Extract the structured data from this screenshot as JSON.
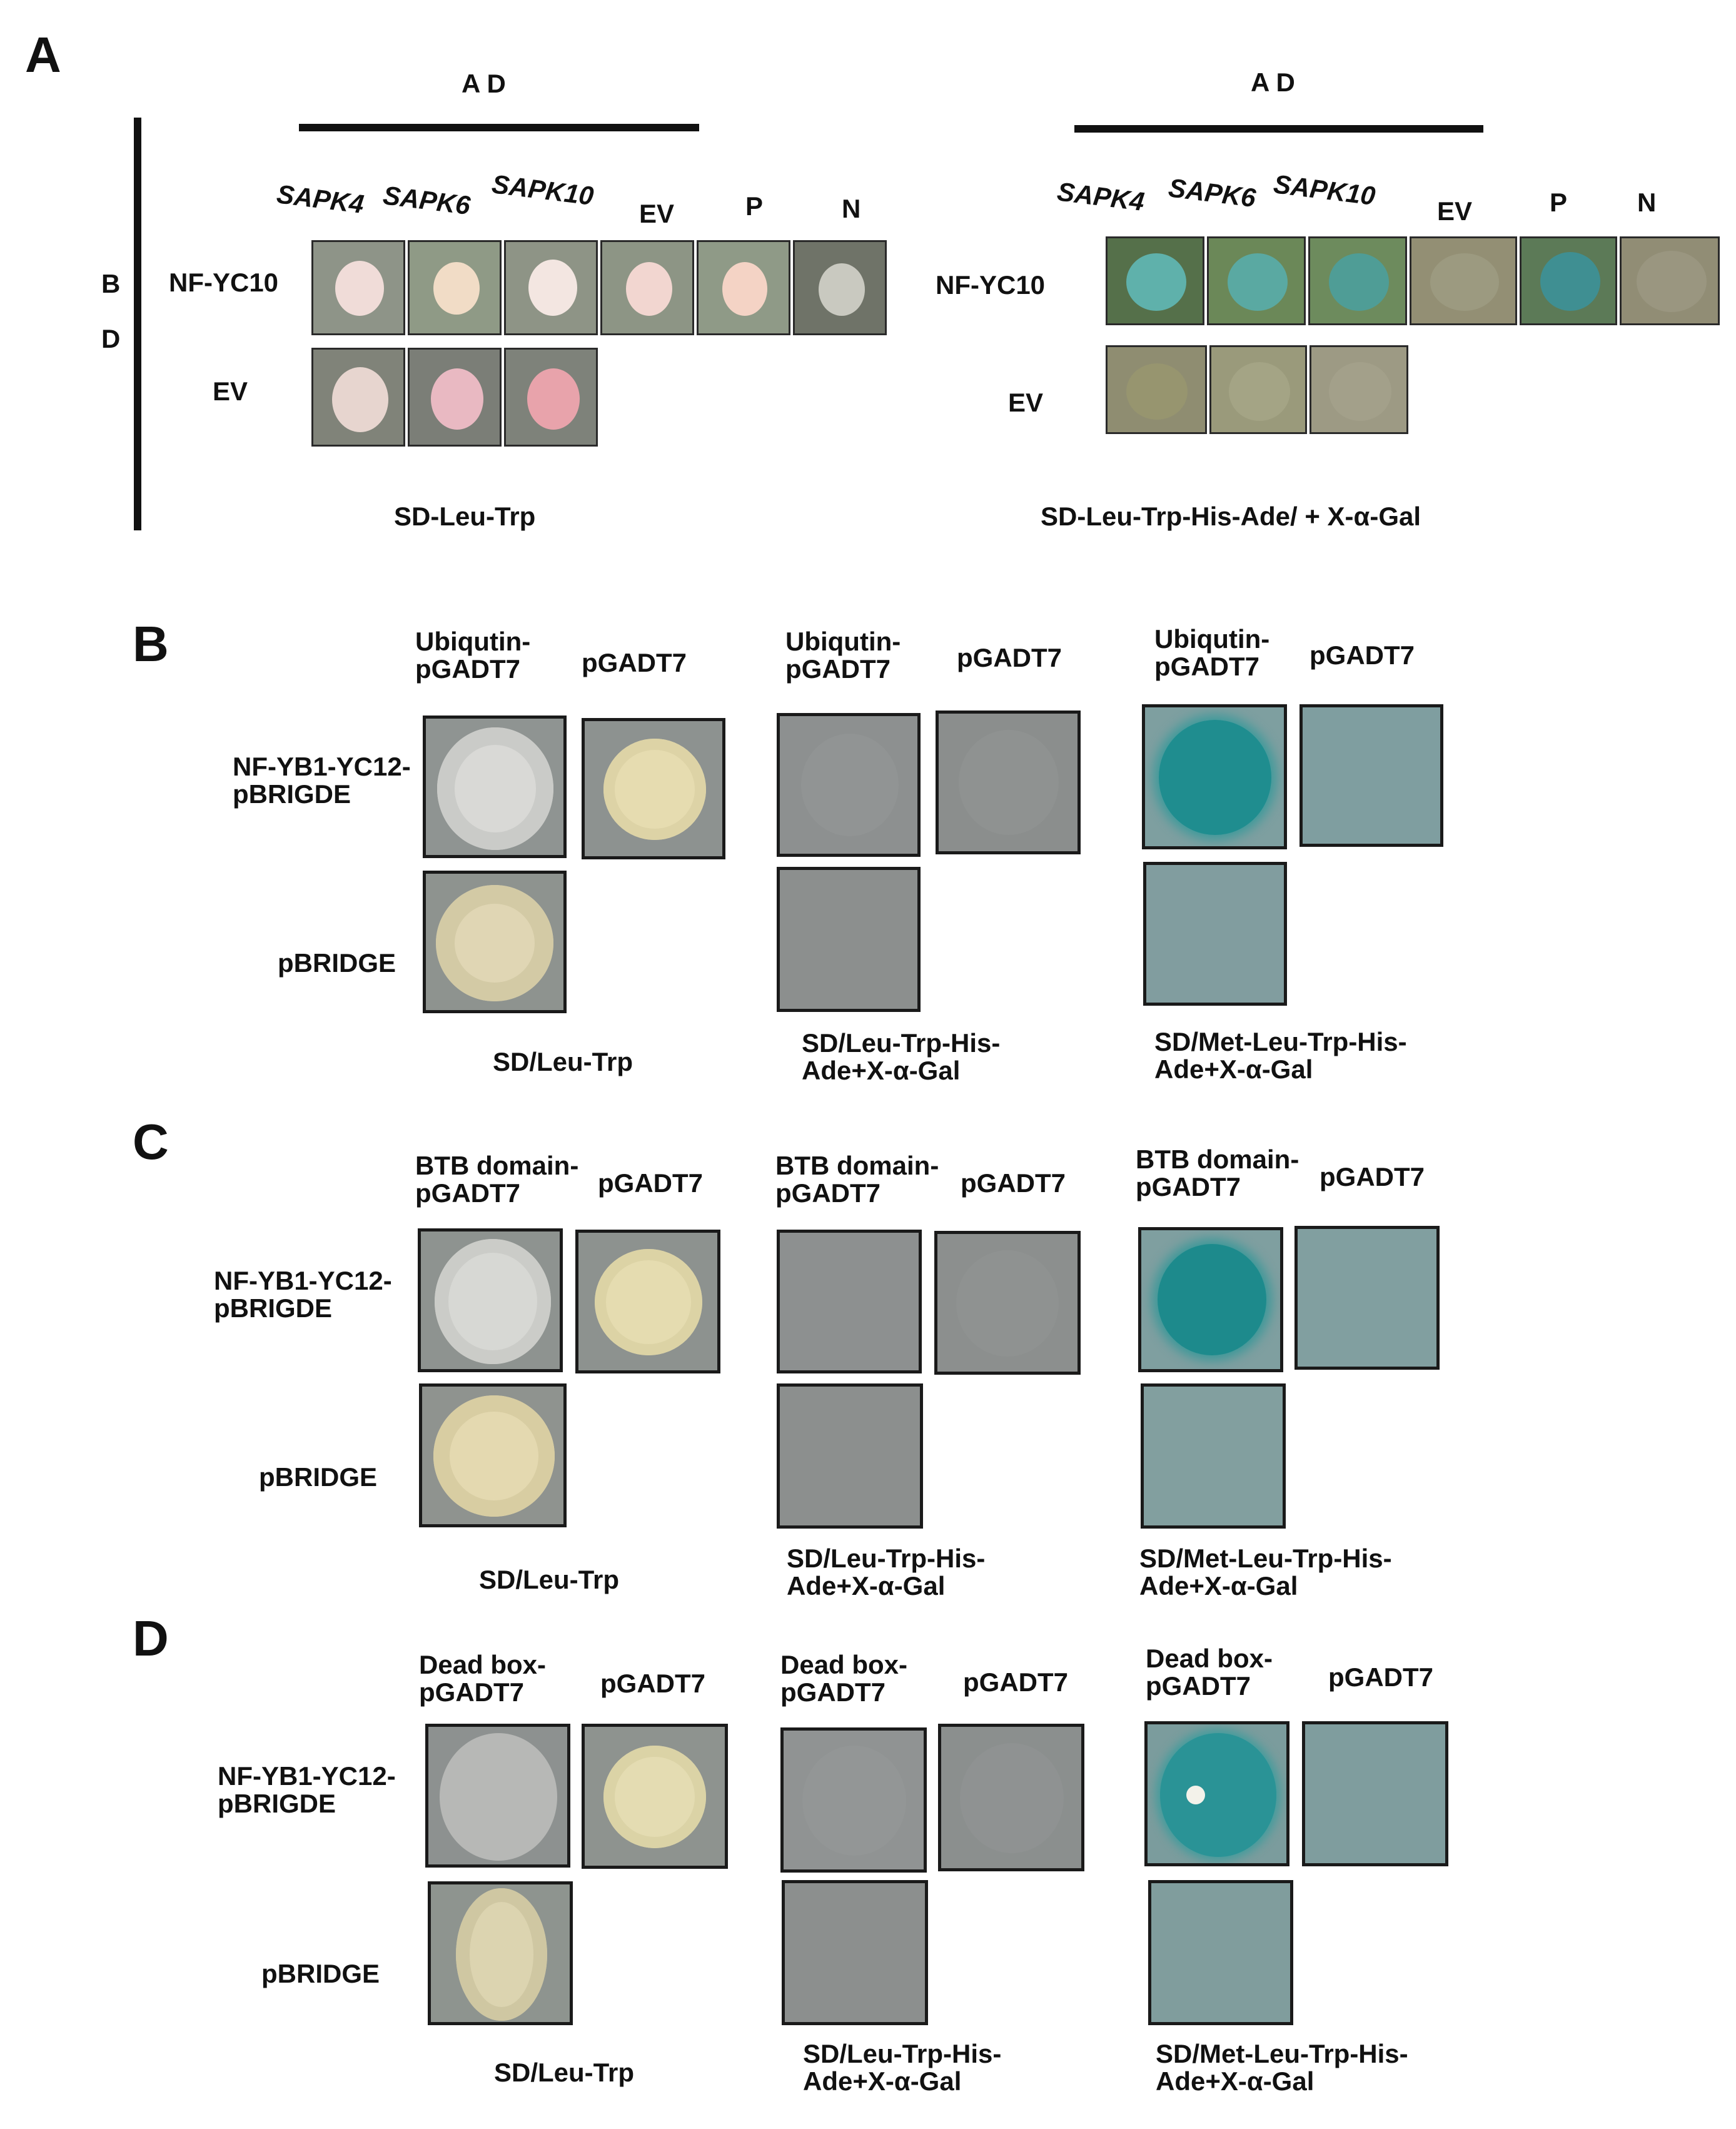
{
  "panelA": {
    "letter": "A",
    "ad_label_left": "A D",
    "ad_label_right": "A D",
    "bd_b": "B",
    "bd_d": "D",
    "columns": [
      "SAPK4",
      "SAPK6",
      "SAPK10",
      "EV",
      "P",
      "N"
    ],
    "rows": [
      "NF-YC10",
      "EV"
    ],
    "media_left": "SD-Leu-Trp",
    "media_right": "SD-Leu-Trp-His-Ade/ + X-α-Gal"
  },
  "panelB": {
    "letter": "B",
    "col1_line1": "Ubiqutin-",
    "col1_line2": "pGADT7",
    "col2": "pGADT7",
    "row1_line1": "NF-YB1-YC12-",
    "row1_line2": "pBRIGDE",
    "row2": "pBRIDGE",
    "media1": "SD/Leu-Trp",
    "media2_line1": "SD/Leu-Trp-His-",
    "media2_line2": "Ade+X-α-Gal",
    "media3_line1": "SD/Met-Leu-Trp-His-",
    "media3_line2": "Ade+X-α-Gal"
  },
  "panelC": {
    "letter": "C",
    "col1_line1": "BTB domain-",
    "col1_line2": "pGADT7",
    "col2": "pGADT7",
    "row1_line1": "NF-YB1-YC12-",
    "row1_line2": "pBRIGDE",
    "row2": "pBRIDGE",
    "media1": "SD/Leu-Trp",
    "media2_line1": "SD/Leu-Trp-His-",
    "media2_line2": "Ade+X-α-Gal",
    "media3_line1": "SD/Met-Leu-Trp-His-",
    "media3_line2": "Ade+X-α-Gal"
  },
  "panelD": {
    "letter": "D",
    "col1_line1": "Dead box-",
    "col1_line2": "pGADT7",
    "col2": "pGADT7",
    "row1_line1": "NF-YB1-YC12-",
    "row1_line2": "pBRIGDE",
    "row2": "pBRIDGE",
    "media1": "SD/Leu-Trp",
    "media2_line1": "SD/Leu-Trp-His-",
    "media2_line2": "Ade+X-α-Gal",
    "media3_line1": "SD/Met-Leu-Trp-His-",
    "media3_line2": "Ade+X-α-Gal"
  },
  "colors": {
    "plate_left_bg": "#8e9488",
    "plate_blue_bg": "#6d8a5c",
    "colony_white": "#f0dcd8",
    "colony_pink": "#e9a7ad",
    "colony_blue": "#4aa3a0",
    "sd_bg": "#8f9492",
    "sd_colony_white": "#d9d9d6",
    "sd_colony_yellow": "#e6dcb0",
    "his_bg": "#8d9090",
    "met_bg": "#7f9ea0",
    "met_colony_blue": "#1f8d8f"
  }
}
